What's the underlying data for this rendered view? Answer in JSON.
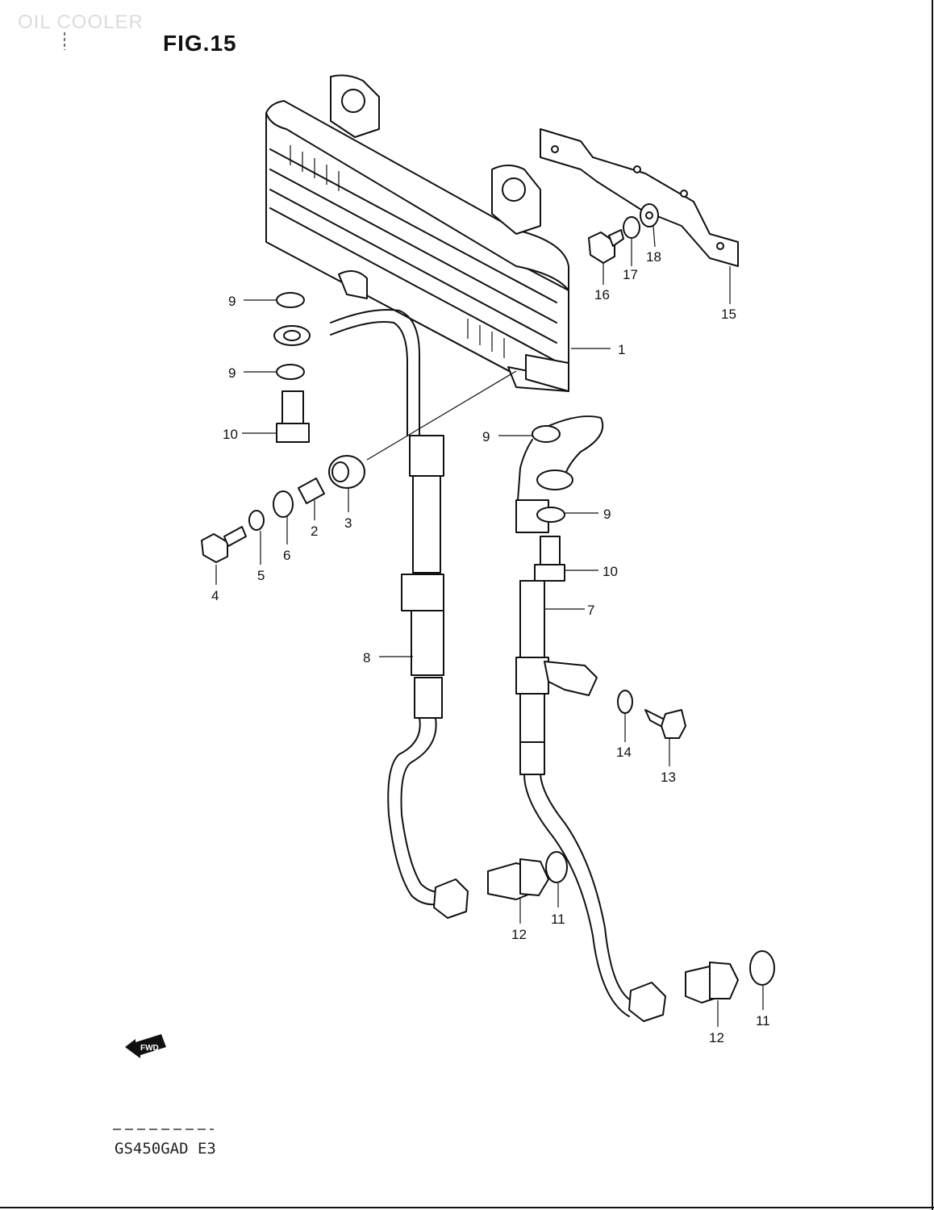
{
  "header": {
    "section_title": "OIL COOLER",
    "figure_label": "FIG.15"
  },
  "footer": {
    "model_code": "GS450GAD E3"
  },
  "direction_badge": {
    "label": "FWD",
    "icon": "forward-arrow-icon"
  },
  "callouts": [
    {
      "id": "c1",
      "number": "1"
    },
    {
      "id": "c2",
      "number": "2"
    },
    {
      "id": "c3",
      "number": "3"
    },
    {
      "id": "c4",
      "number": "4"
    },
    {
      "id": "c5",
      "number": "5"
    },
    {
      "id": "c6",
      "number": "6"
    },
    {
      "id": "c7",
      "number": "7"
    },
    {
      "id": "c8",
      "number": "8"
    },
    {
      "id": "c9a",
      "number": "9"
    },
    {
      "id": "c9b",
      "number": "9"
    },
    {
      "id": "c9c",
      "number": "9"
    },
    {
      "id": "c9d",
      "number": "9"
    },
    {
      "id": "c10a",
      "number": "10"
    },
    {
      "id": "c10b",
      "number": "10"
    },
    {
      "id": "c11a",
      "number": "11"
    },
    {
      "id": "c11b",
      "number": "11"
    },
    {
      "id": "c12a",
      "number": "12"
    },
    {
      "id": "c12b",
      "number": "12"
    },
    {
      "id": "c13",
      "number": "13"
    },
    {
      "id": "c14",
      "number": "14"
    },
    {
      "id": "c15",
      "number": "15"
    },
    {
      "id": "c16",
      "number": "16"
    },
    {
      "id": "c17",
      "number": "17"
    },
    {
      "id": "c18",
      "number": "18"
    }
  ]
}
